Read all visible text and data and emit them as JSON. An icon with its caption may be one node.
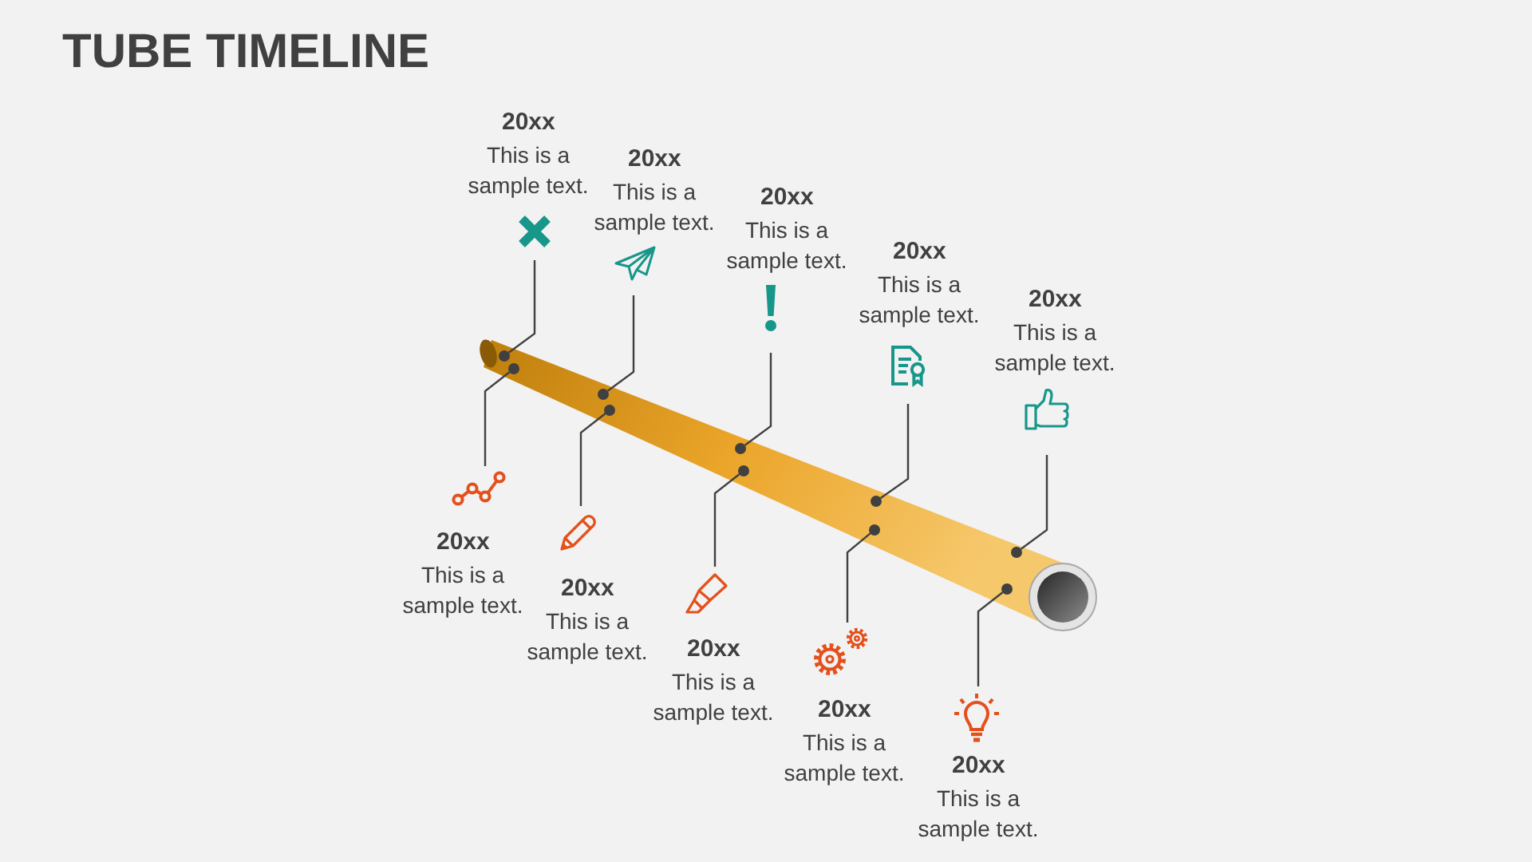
{
  "diagram": {
    "title": "TUBE TIMELINE",
    "nodes": [
      {
        "text": [
          "20xx",
          "This is a sample text."
        ]
      },
      {
        "text": [
          "20xx",
          "This is a sample text."
        ]
      },
      {
        "text": [
          "20xx",
          "This is a sample text."
        ]
      },
      {
        "text": [
          "20xx",
          "This is a sample text."
        ]
      },
      {
        "text": [
          "20xx",
          "This is a sample text."
        ]
      },
      {
        "text": [],
        "shape": "cylinder"
      },
      {
        "text": [],
        "shape": "circle",
        "in": 5
      },
      {
        "text": [],
        "shape": "circle",
        "in": 5
      },
      {
        "text": [],
        "shape": "circle",
        "in": 5
      },
      {
        "text": [],
        "shape": "circle",
        "in": 5
      },
      {
        "text": [],
        "shape": "circle",
        "in": 5
      },
      {
        "text": [],
        "shape": "circle",
        "in": 5
      },
      {
        "text": [],
        "shape": "circle",
        "in": 5
      },
      {
        "text": [],
        "shape": "circle",
        "in": 5
      },
      {
        "text": [],
        "shape": "circle",
        "in": 5
      },
      {
        "text": [],
        "shape": "circle",
        "in": 5
      },
      {
        "text": [
          "20xx",
          "This is a sample text."
        ]
      },
      {
        "text": [
          "20xx",
          "This is a sample text."
        ]
      },
      {
        "text": [
          "20xx",
          "This is a sample text."
        ]
      },
      {
        "text": [
          "20xx",
          "This is a sample text."
        ]
      },
      {
        "text": [
          "20xx",
          "This is a sample text."
        ]
      }
    ],
    "edges": [
      {
        "from": 0,
        "to": 6,
        "arrow": "none"
      },
      {
        "from": 16,
        "to": 7,
        "arrow": "none"
      },
      {
        "from": 1,
        "to": 8,
        "arrow": "none"
      },
      {
        "from": 17,
        "to": 9,
        "arrow": "none"
      },
      {
        "from": 2,
        "to": 10,
        "arrow": "none"
      },
      {
        "from": 18,
        "to": 11,
        "arrow": "none"
      },
      {
        "from": 3,
        "to": 12,
        "arrow": "none"
      },
      {
        "from": 19,
        "to": 13,
        "arrow": "none"
      },
      {
        "from": 4,
        "to": 14,
        "arrow": "none"
      },
      {
        "from": 20,
        "to": 15,
        "arrow": "none"
      }
    ]
  }
}
